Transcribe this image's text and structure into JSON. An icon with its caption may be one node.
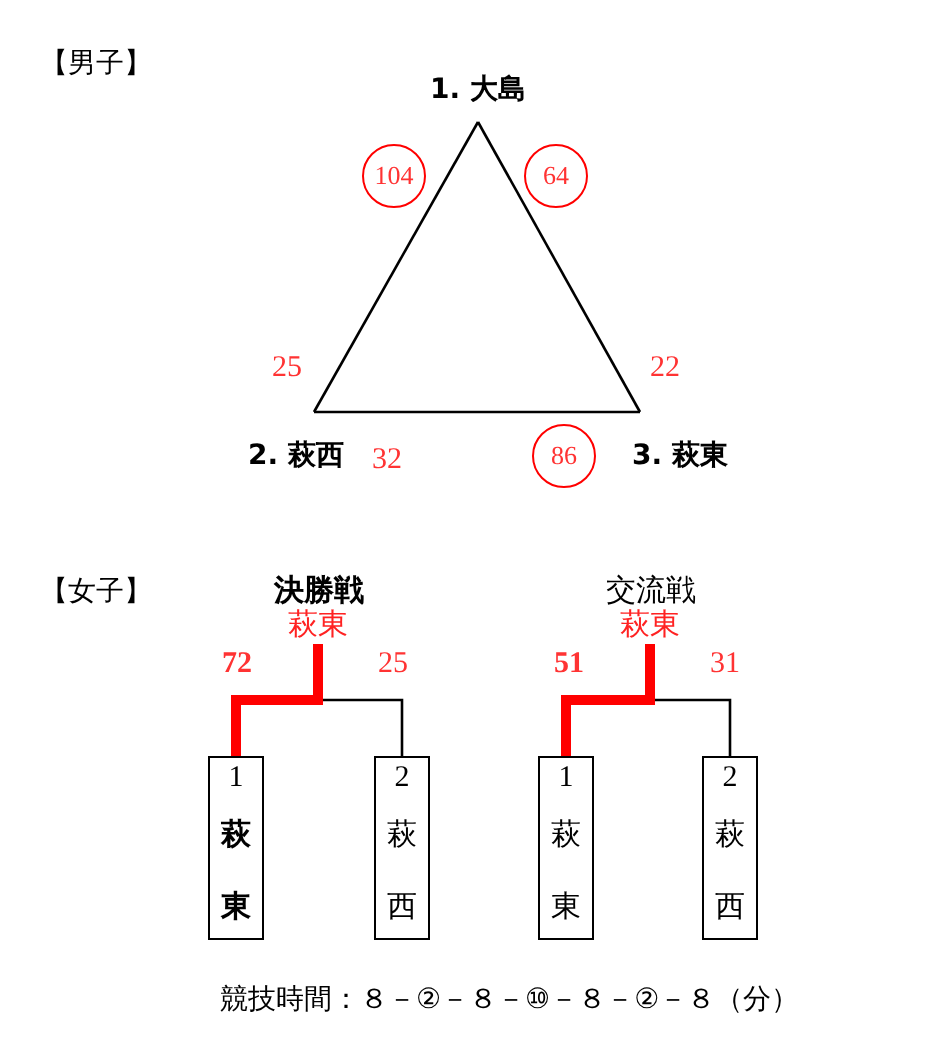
{
  "diagram": {
    "nodes": [
      {
        "text": [
          "1. 大島"
        ]
      },
      {
        "text": [
          "2. 萩西"
        ]
      },
      {
        "text": [
          "3. 萩東"
        ]
      },
      {
        "text": [
          "104"
        ]
      },
      {
        "text": [
          "64"
        ]
      },
      {
        "text": [
          "86"
        ]
      },
      {
        "text": [
          "萩東"
        ]
      },
      {
        "text": [
          "1",
          "萩東"
        ]
      },
      {
        "text": [
          "2",
          "萩西"
        ]
      },
      {
        "text": [
          "萩東"
        ]
      },
      {
        "text": [
          "1",
          "萩東"
        ]
      },
      {
        "text": [
          "2",
          "萩西"
        ]
      }
    ],
    "edges": [
      {
        "from": 0,
        "to": 1,
        "arrow": "none"
      },
      {
        "from": 0,
        "to": 2,
        "arrow": "none"
      },
      {
        "from": 1,
        "to": 2,
        "arrow": "none"
      },
      {
        "from": 7,
        "to": 6,
        "arrow": "none",
        "style": "thick",
        "color": "#ff0000"
      },
      {
        "from": 8,
        "to": 6,
        "arrow": "none"
      },
      {
        "from": 10,
        "to": 9,
        "arrow": "none",
        "style": "thick",
        "color": "#ff0000"
      },
      {
        "from": 11,
        "to": 9,
        "arrow": "none"
      }
    ],
    "labels": [
      "【男子】",
      "25",
      "22",
      "32",
      "【女子】",
      "決勝戦",
      "72",
      "25",
      "交流戦",
      "51",
      "31",
      "競技時間：８－②－８－⑩－８－②－８（分）"
    ]
  }
}
